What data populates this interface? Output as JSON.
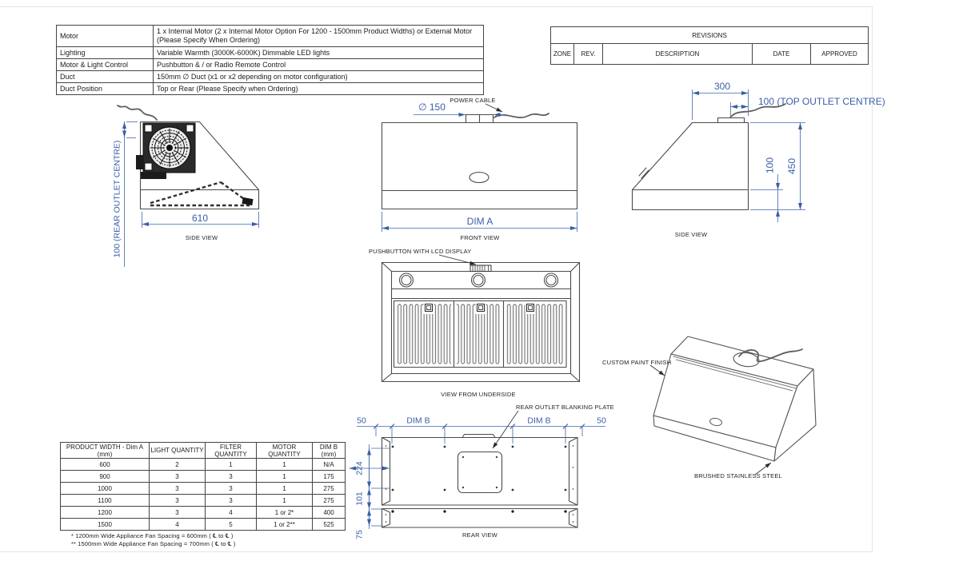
{
  "colors": {
    "dimension_blue": "#3a5ea8",
    "line_gray": "#4b4b4b",
    "text_dark": "#1b1b1b"
  },
  "spec_table": {
    "rows": [
      {
        "label": "Motor",
        "value": "1 x Internal Motor (2 x Internal Motor Option For 1200 - 1500mm Product Widths) or External Motor (Please Specify When Ordering)"
      },
      {
        "label": "Lighting",
        "value": "Variable Warmth (3000K-6000K) Dimmable LED lights"
      },
      {
        "label": "Motor & Light Control",
        "value": "Pushbutton & / or Radio Remote Control"
      },
      {
        "label": "Duct",
        "value": "150mm ∅ Duct (x1 or x2 depending on motor configuration)"
      },
      {
        "label": "Duct Position",
        "value": "Top or Rear (Please Specify when Ordering)"
      }
    ]
  },
  "revisions": {
    "title": "REVISIONS",
    "columns": [
      "ZONE",
      "REV.",
      "DESCRIPTION",
      "DATE",
      "APPROVED"
    ]
  },
  "views": {
    "side_left": {
      "caption": "SIDE VIEW",
      "width_dim": "610",
      "outlet_dim": "100 (REAR OUTLET CENTRE)"
    },
    "front": {
      "caption": "FRONT VIEW",
      "duct_dim": "∅ 150",
      "cable_label": "POWER CABLE",
      "width_dim": "DIM A"
    },
    "side_right": {
      "caption": "SIDE VIEW",
      "depth_dim": "300",
      "outlet_dim": "100 (TOP OUTLET CENTRE)",
      "band_dim": "100",
      "height_dim": "450"
    },
    "underside": {
      "caption": "VIEW FROM UNDERSIDE",
      "callout": "PUSHBUTTON WITH LCD DISPLAY"
    },
    "rear": {
      "caption": "REAR VIEW",
      "callout": "REAR OUTLET BLANKING PLATE",
      "top_dims": [
        "50",
        "DIM B",
        "DIM B",
        "50"
      ],
      "side_dims": [
        "224",
        "101",
        "75"
      ]
    },
    "iso": {
      "paint_callout": "CUSTOM PAINT FINISH",
      "steel_callout": "BRUSHED STAINLESS STEEL"
    }
  },
  "product_table": {
    "headers": [
      "PRODUCT WIDTH - Dim A (mm)",
      "LIGHT QUANTITY",
      "FILTER QUANTITY",
      "MOTOR QUANTITY",
      "DIM B (mm)"
    ],
    "rows": [
      [
        "600",
        "2",
        "1",
        "1",
        "N/A"
      ],
      [
        "900",
        "3",
        "3",
        "1",
        "175"
      ],
      [
        "1000",
        "3",
        "3",
        "1",
        "275"
      ],
      [
        "1100",
        "3",
        "3",
        "1",
        "275"
      ],
      [
        "1200",
        "3",
        "4",
        "1 or 2*",
        "400"
      ],
      [
        "1500",
        "4",
        "5",
        "1 or 2**",
        "525"
      ]
    ]
  },
  "footnotes": [
    "* 1200mm Wide Appliance Fan Spacing = 600mm ( ℄ to ℄ )",
    "** 1500mm Wide Appliance Fan Spacing = 700mm ( ℄ to ℄ )"
  ]
}
